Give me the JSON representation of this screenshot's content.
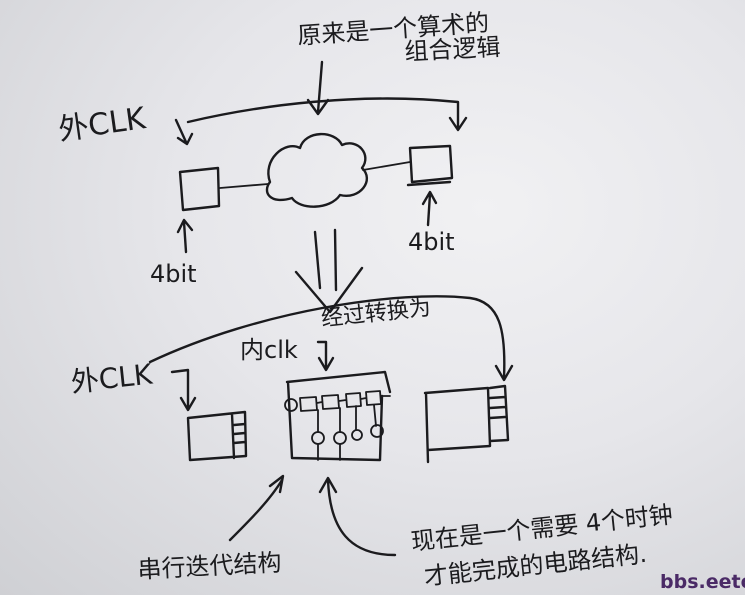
{
  "notes": {
    "top_note_line1": "原来是一个算术的",
    "top_note_line2": "组合逻辑",
    "ext_clk_top": "外CLK",
    "input_width_left": "4bit",
    "input_width_right": "4bit",
    "transform_label": "经过转换为",
    "ext_clk_bottom": "外CLK",
    "int_clk": "内clk",
    "serial_label": "串行迭代结构",
    "bottom_note_line1": "现在是一个需要 4个时钟",
    "bottom_note_line2": "才能完成的电路结构."
  },
  "watermark": "bbs.eetop.cn",
  "colors": {
    "ink": "#1b1b1e",
    "watermark": "#4a2a66",
    "paper": "#e6e6ea"
  }
}
